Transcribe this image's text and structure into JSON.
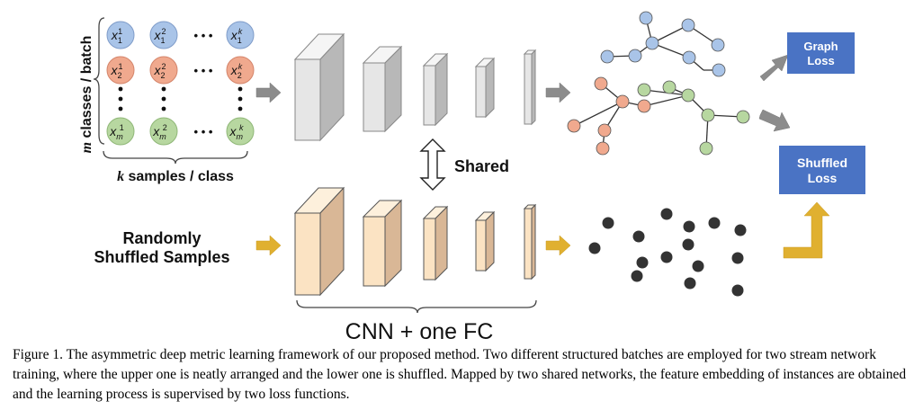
{
  "labels": {
    "m_classes_var": "m",
    "m_classes_text": " classes / batch",
    "k_samples_var": "k",
    "k_samples_text": " samples / class",
    "shared": "Shared",
    "randomly": "Randomly",
    "shuffled_samples": "Shuffled Samples",
    "cnn_fc": "CNN + one FC",
    "graph_loss_line1": "Graph",
    "graph_loss_line2": "Loss",
    "shuffled_loss_line1": "Shuffled",
    "shuffled_loss_line2": "Loss"
  },
  "matrix": {
    "var": "x",
    "rows": [
      {
        "sub": "1",
        "color": "#a9c4e8",
        "stroke": "#7f9cc9"
      },
      {
        "sub": "2",
        "color": "#f0a98e",
        "stroke": "#d4846a"
      },
      {
        "sub": "m",
        "color": "#b7d7a0",
        "stroke": "#8fb777"
      }
    ],
    "cols": [
      "1",
      "2",
      "k"
    ],
    "ellipsis": "• • •"
  },
  "colors": {
    "blue": "#a9c4e8",
    "orange": "#f0a98e",
    "green": "#b7d7a0",
    "gray_arrow": "#8c8c8c",
    "gold_arrow": "#e0b030",
    "loss_box": "#4a73c4",
    "peach": "#fbe3c3"
  },
  "caption": "Figure 1. The asymmetric deep metric learning framework of our proposed method. Two different structured batches are employed for two stream network training, where the upper one is neatly arranged and the lower one is shuffled. Mapped by two shared networks, the feature embedding of instances are obtained and the learning process is supervised by two loss functions."
}
